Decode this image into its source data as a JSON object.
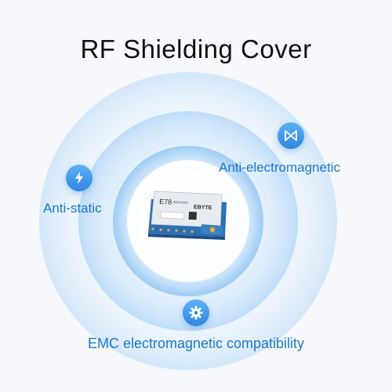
{
  "title": "RF Shielding Cover",
  "features": {
    "anti_static": "Anti-static",
    "anti_electromagnetic": "Anti-electromagnetic",
    "emc": "EMC electromagnetic compatibility"
  },
  "module": {
    "model": "E78",
    "model_sub": "868LN22S",
    "brand": "EBYTE"
  },
  "icons": {
    "anti_static": "lightning-bolt-icon",
    "anti_electromagnetic": "bowtie-icon",
    "emc": "gear-icon"
  },
  "colors": {
    "accent": "#2f86e0",
    "label": "#1d78c9",
    "background": "#f6f8fb",
    "ring": "#d6e9fb"
  }
}
